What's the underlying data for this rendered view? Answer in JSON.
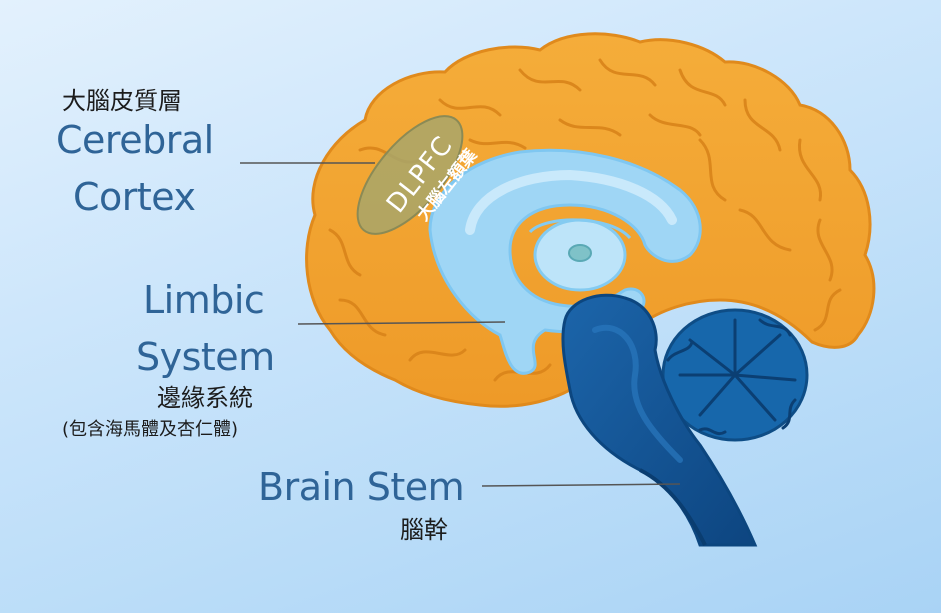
{
  "labels": {
    "cortex_zh": "大腦皮質層",
    "cortex_en_line1": "Cerebral",
    "cortex_en_line2": "Cortex",
    "limbic_en_line1": "Limbic",
    "limbic_en_line2": "System",
    "limbic_zh": "邊緣系統",
    "limbic_note": "(包含海馬體及杏仁體)",
    "stem_en": "Brain Stem",
    "stem_zh": "腦幹",
    "dlpfc_en": "DLPFC",
    "dlpfc_zh": "大腦左額葉"
  },
  "colors": {
    "cortex": "#f0a030",
    "cortex_fold": "#d98a1f",
    "limbic": "#9fd6f5",
    "limbic_dark": "#6ec2ee",
    "stem": "#1a5fa0",
    "stem_dark": "#0f4a82",
    "cerebellum": "#1767ab",
    "dlpfc_fill": "#a8a66a",
    "label_blue": "#2f6497"
  }
}
